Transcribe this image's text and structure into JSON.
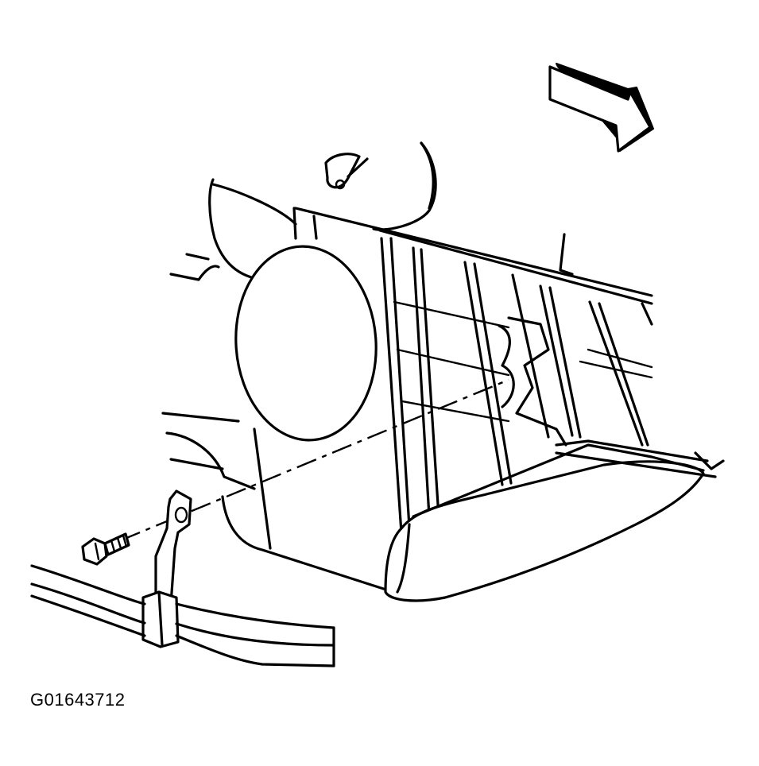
{
  "figure": {
    "id_label": "G01643712",
    "parts": [
      "direction-arrow",
      "intake-manifold",
      "bracket",
      "bolt",
      "fuel-pipes"
    ],
    "colors": {
      "line": "#000000",
      "background": "#ffffff"
    }
  }
}
